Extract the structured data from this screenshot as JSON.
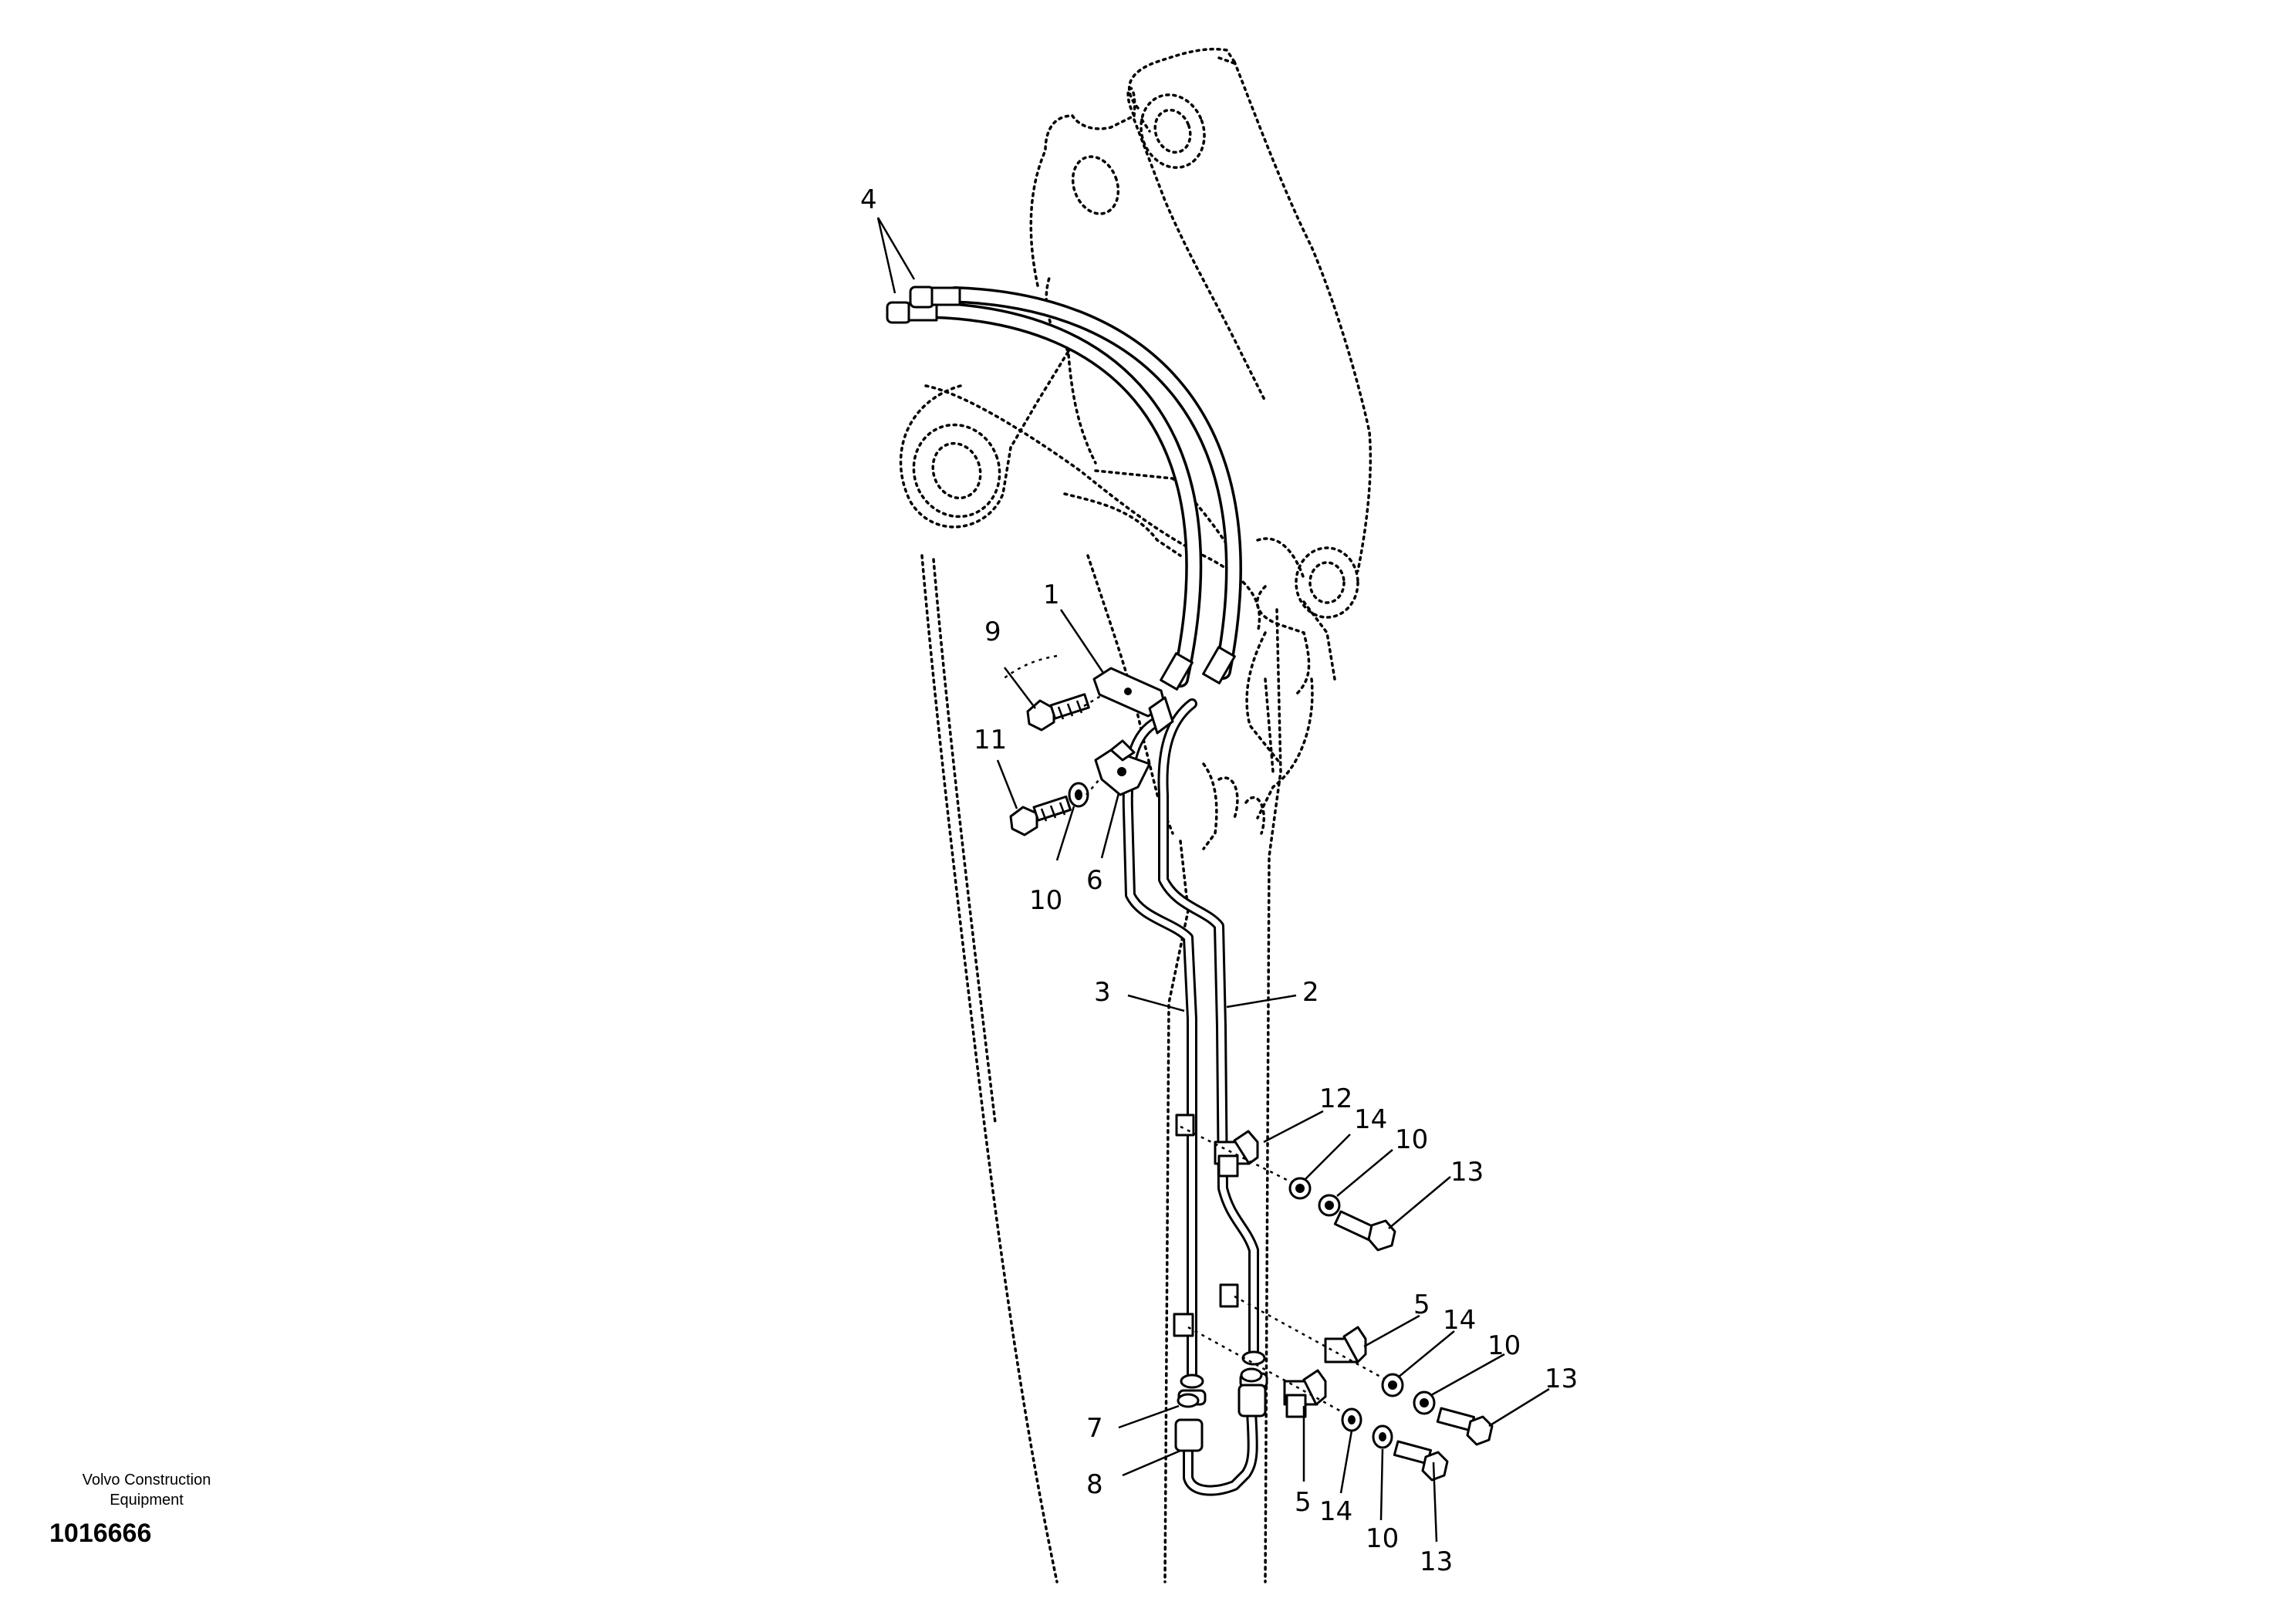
{
  "title_block": {
    "company_line1": "Volvo Construction",
    "company_line2": "Equipment",
    "drawing_number": "1016666"
  },
  "callouts": [
    "4",
    "1",
    "9",
    "11",
    "6",
    "10",
    "3",
    "2",
    "12",
    "14",
    "10",
    "13",
    "5",
    "14",
    "10",
    "13",
    "7",
    "8",
    "5",
    "14",
    "10",
    "13"
  ]
}
